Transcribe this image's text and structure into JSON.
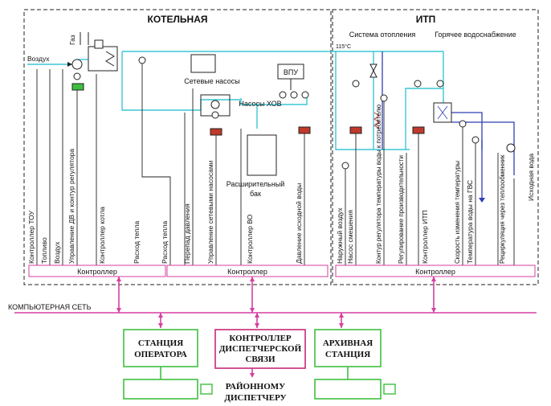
{
  "sections": {
    "boiler_title": "КОТЕЛЬНАЯ",
    "itp_title": "ИТП"
  },
  "itp": {
    "heating_system": "Система отопления",
    "hot_water": "Горячее водоснабжение",
    "temp_mark": "115°C"
  },
  "boiler": {
    "gas": "Газ",
    "air": "Воздух",
    "vpu": "ВПУ",
    "network_pumps": "Сетевые насосы",
    "hvo_pumps": "Насосы ХОВ",
    "expansion_tank_line1": "Расширительный",
    "expansion_tank_line2": "бак"
  },
  "signals_boiler": [
    "Контроллер ТОУ",
    "Топливо",
    "Воздух",
    "Управление ДВ и контур регулятора",
    "Контроллер котла",
    "Расход тепла"
  ],
  "signals_pumps": [
    "Расход тепла",
    "Перепад давления",
    "Управление сетевыми насосами",
    "Контроллер ВО",
    "Давление исходной воды"
  ],
  "signals_itp": [
    "Наружный воздух",
    "Насос смешения",
    "Контур регулятора температуры воды к потребителю",
    "Регулирование производительности",
    "Контроллер ИТП",
    "Скорость изменения температуры",
    "Температура воды на ГВС",
    "Рециркуляция через теплообменник",
    "Исходная вода"
  ],
  "controllers": {
    "c1": "Контроллер",
    "c2": "Контроллер",
    "c3": "Контроллер"
  },
  "network": {
    "label": "КОМПЬЮТЕРНАЯ СЕТЬ"
  },
  "stations": {
    "operator_line1": "СТАНЦИЯ",
    "operator_line2": "ОПЕРАТОРА",
    "dispatch_line1": "КОНТРОЛЛЕР",
    "dispatch_line2": "ДИСПЕТЧЕРСКОЙ",
    "dispatch_line3": "СВЯЗИ",
    "archive_line1": "АРХИВНАЯ",
    "archive_line2": "СТАНЦИЯ",
    "district_line1": "РАЙОННОМУ",
    "district_line2": "ДИСПЕТЧЕРУ"
  },
  "colors": {
    "supply": "#3cc6d6",
    "return": "#2f3fb5",
    "network": "#d63fa0",
    "station": "#3fbf3f",
    "dispatch": "#c72a7a",
    "valve_red": "#c0392b"
  }
}
